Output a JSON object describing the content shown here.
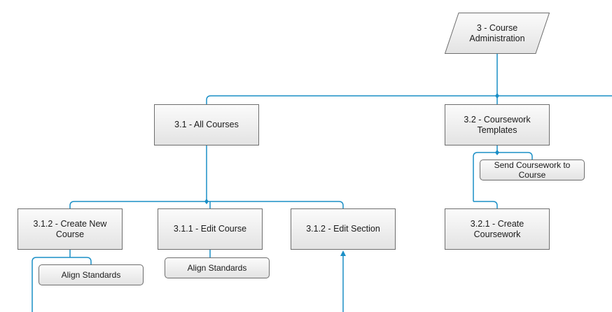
{
  "diagram": {
    "root": {
      "label": "3 - Course\nAdministration"
    },
    "nodes": {
      "all_courses": "3.1 - All Courses",
      "coursework_templates": "3.2 - Coursework\nTemplates",
      "send_coursework": "Send Coursework to\nCourse",
      "create_new_course": "3.1.2 - Create New\nCourse",
      "edit_course": "3.1.1 - Edit Course",
      "edit_section": "3.1.2 - Edit Section",
      "create_coursework": "3.2.1 - Create\nCoursework",
      "align_standards_1": "Align Standards",
      "align_standards_2": "Align Standards"
    },
    "colors": {
      "connector": "#1a8fc6",
      "box_border": "#6e6e6e",
      "box_fill_top": "#fbfbfb",
      "box_fill_bottom": "#e3e3e3"
    }
  }
}
